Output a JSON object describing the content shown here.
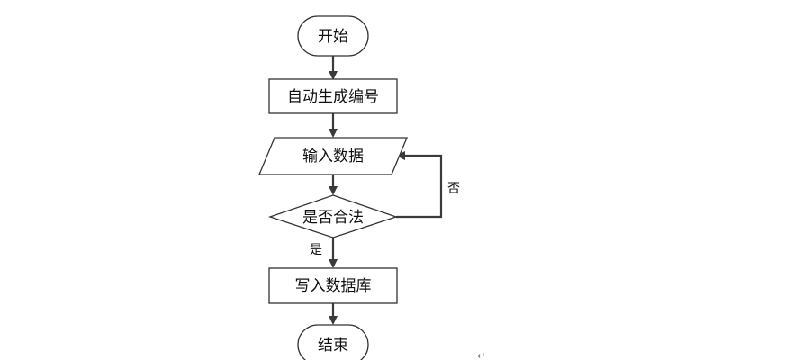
{
  "diagram": {
    "nodes": {
      "start": "开始",
      "generate_id": "自动生成编号",
      "input_data": "输入数据",
      "is_valid": "是否合法",
      "write_db": "写入数据库",
      "end": "结束"
    },
    "edges": {
      "yes_label": "是",
      "no_label": "否"
    },
    "paragraph_mark": "↵",
    "colors": {
      "stroke": "#333333",
      "arrow": "#3a3a3a",
      "text": "#111111",
      "background": "#ffffff"
    }
  }
}
